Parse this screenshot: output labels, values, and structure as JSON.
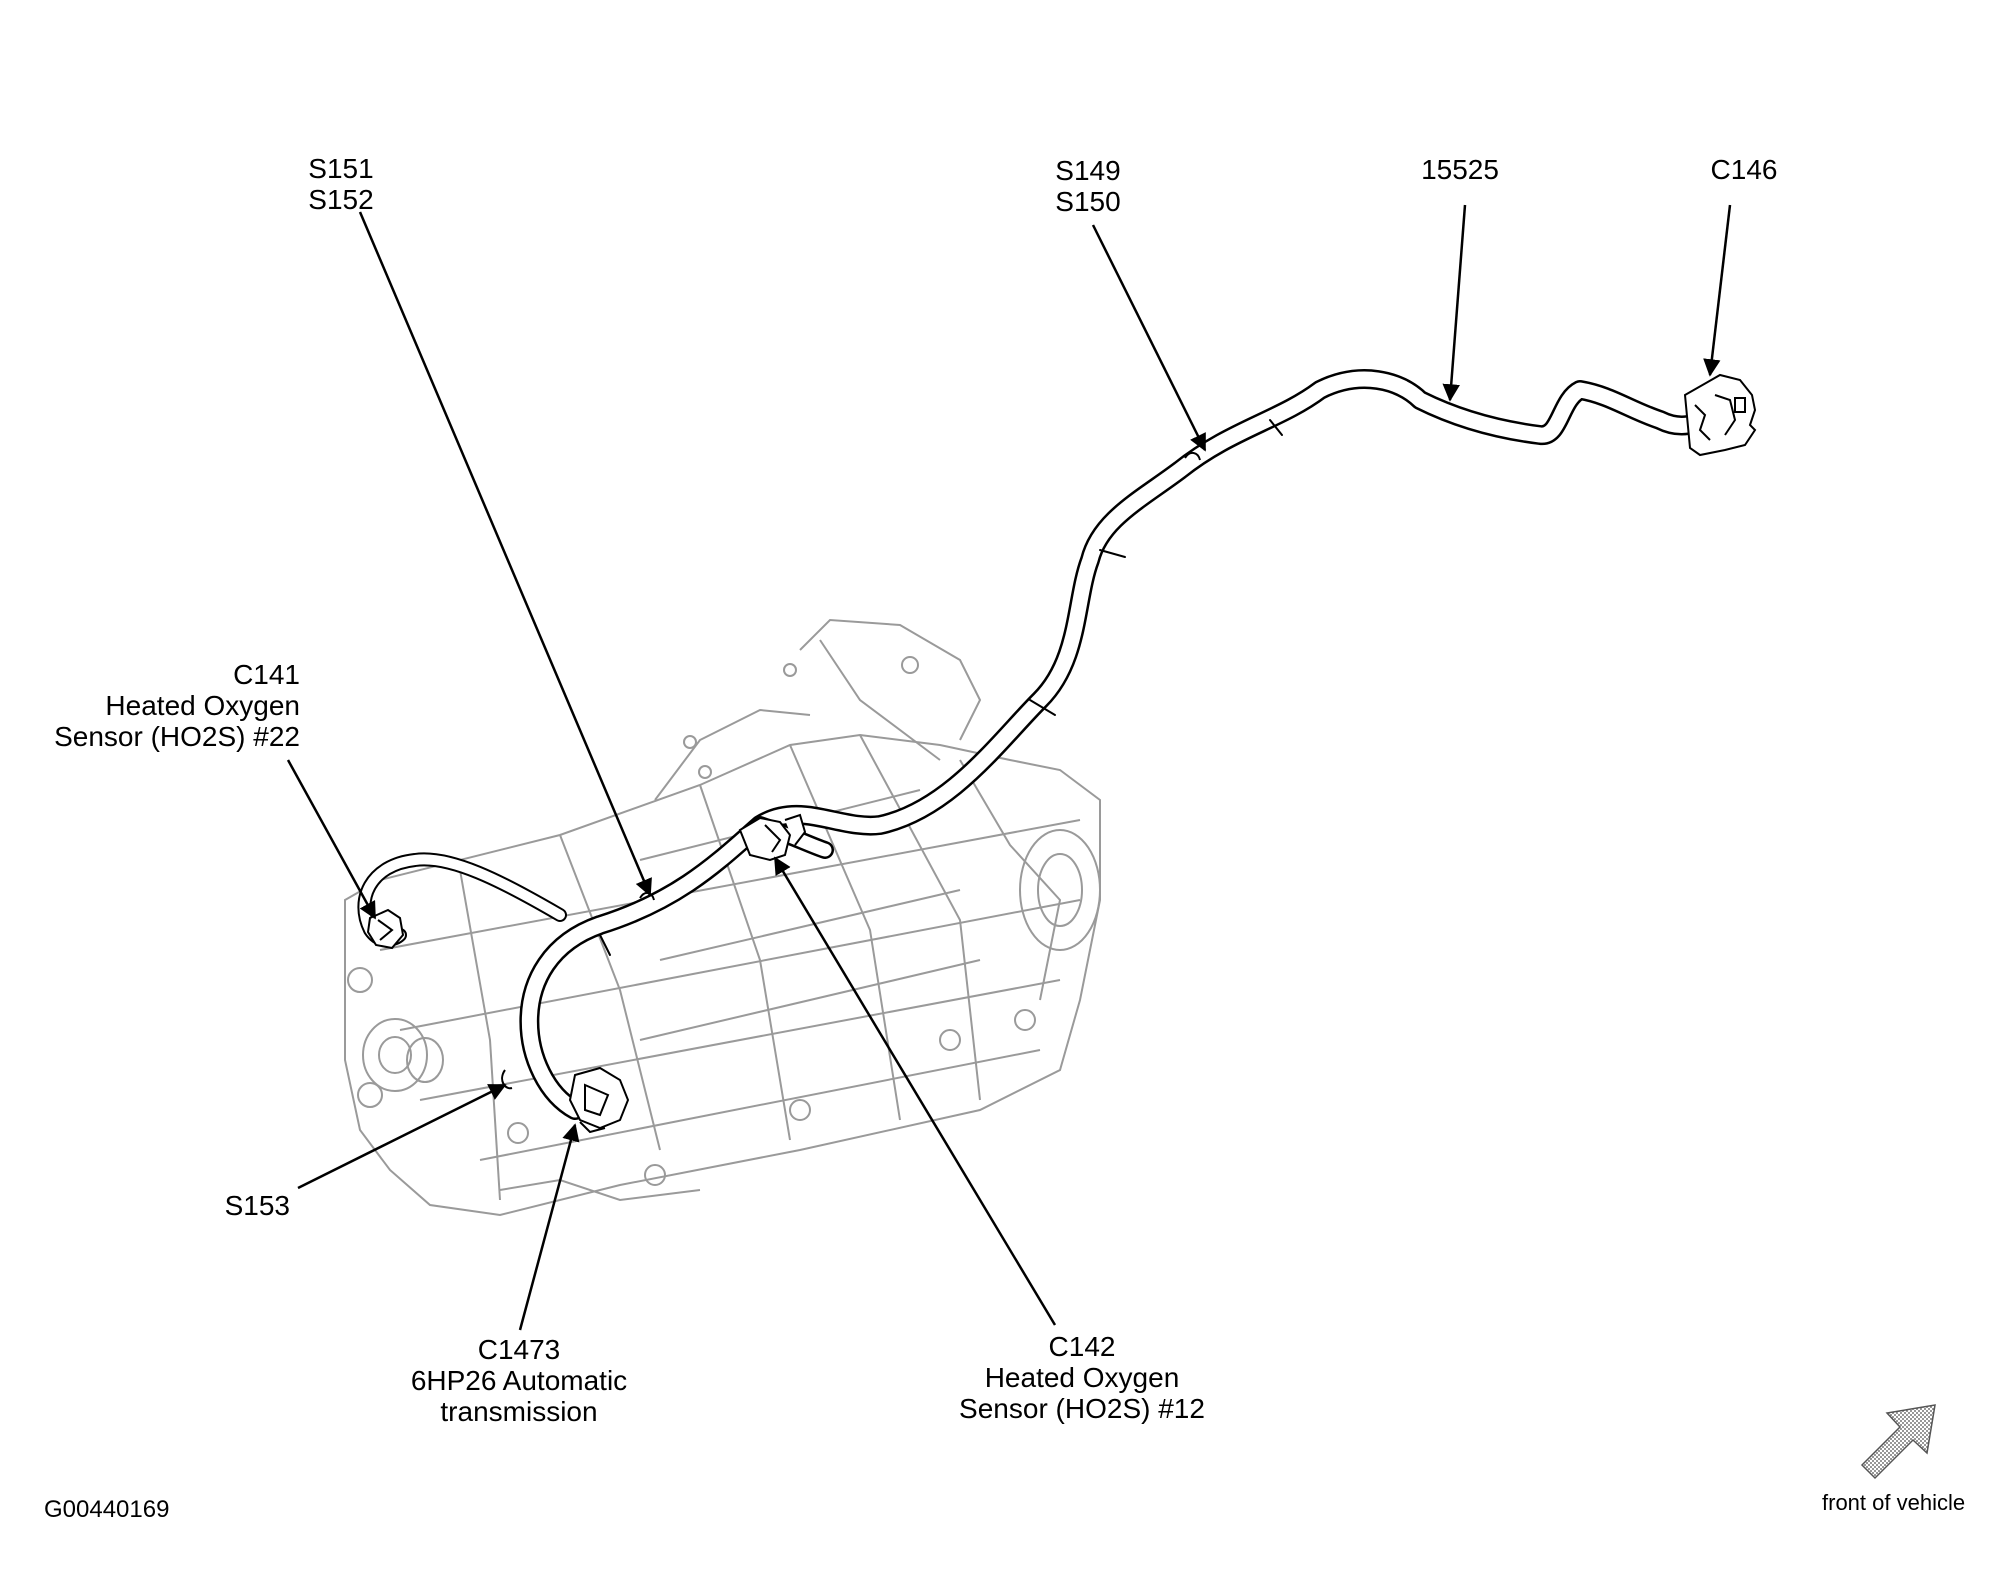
{
  "labels": {
    "s151": "S151",
    "s152": "S152",
    "s149": "S149",
    "s150": "S150",
    "harness": "15525",
    "c146": "C146",
    "c141": {
      "id": "C141",
      "line1": "Heated Oxygen",
      "line2": "Sensor (HO2S) #22"
    },
    "s153": "S153",
    "c1473": {
      "id": "C1473",
      "line1": "6HP26 Automatic",
      "line2": "transmission"
    },
    "c142": {
      "id": "C142",
      "line1": "Heated Oxygen",
      "line2": "Sensor (HO2S) #12"
    }
  },
  "figure_id": "G00440169",
  "front_of_vehicle": "front of vehicle",
  "colors": {
    "ink": "#000000",
    "transmission_outline": "#9a9a9a",
    "harness_fill": "#ffffff",
    "arrow_fill": "#b8b8b8"
  }
}
